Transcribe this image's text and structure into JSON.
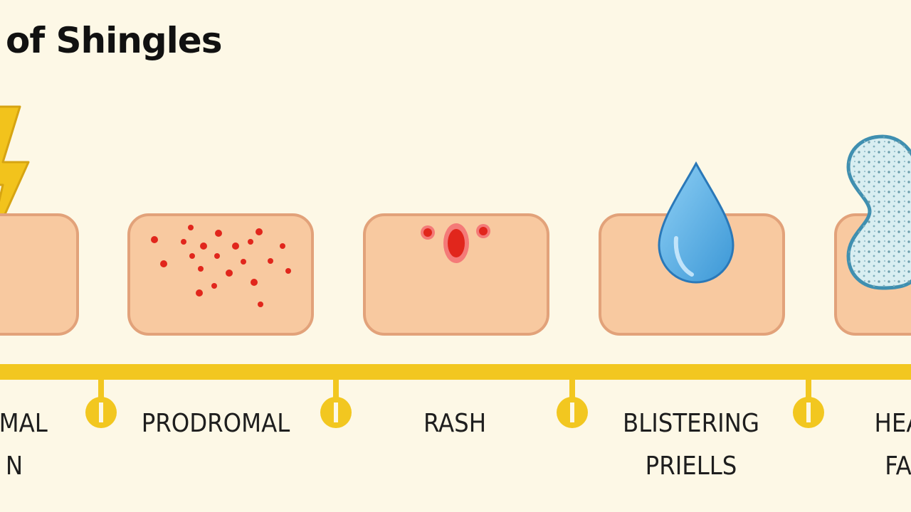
{
  "title": "of Shingles",
  "stages": [
    {
      "label1": "OMAL",
      "label2": "N",
      "icon": "lightning-icon"
    },
    {
      "label1": "PRODROMAL",
      "label2": "",
      "icon": "red-dots"
    },
    {
      "label1": "RASH",
      "label2": "",
      "icon": "red-spots"
    },
    {
      "label1": "BLISTERING",
      "label2": "PRIELLS",
      "icon": "water-drop-icon"
    },
    {
      "label1": "HEA",
      "label2": "FA",
      "icon": "bandage-icon"
    }
  ],
  "colors": {
    "background": "#fdf8e6",
    "timeline": "#f2c720",
    "skin": "#f8c9a0",
    "skin_border": "#e2a27a",
    "rash": "#e8221c",
    "drop": "#5ab0e6",
    "bandage": "#d8eef2",
    "bandage_border": "#3e8fb4"
  }
}
